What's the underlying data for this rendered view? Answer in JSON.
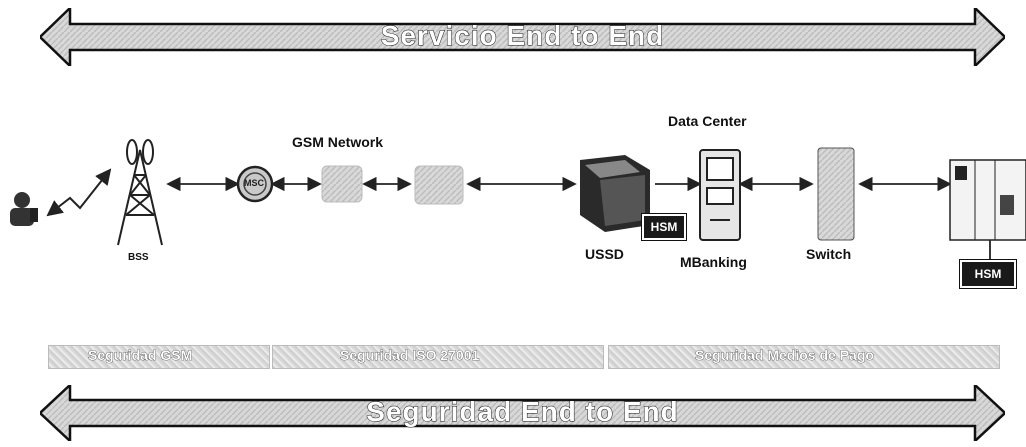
{
  "top_arrow": {
    "label": "Servicio End to End"
  },
  "bottom_arrow": {
    "label": "Seguridad End to End"
  },
  "network": {
    "gsm_title": "GSM Network",
    "msc_label": "MSC",
    "data_center_title": "Data Center",
    "bss_label": "BSS",
    "ussd_label": "USSD",
    "mbanking_label": "MBanking",
    "switch_label": "Switch",
    "hsm_ussd": "HSM",
    "hsm_bank": "HSM"
  },
  "security_bars": [
    {
      "label": "Seguridad GSM"
    },
    {
      "label": "Seguridad ISO 27001"
    },
    {
      "label": "Seguridad Medios de Pago"
    }
  ]
}
